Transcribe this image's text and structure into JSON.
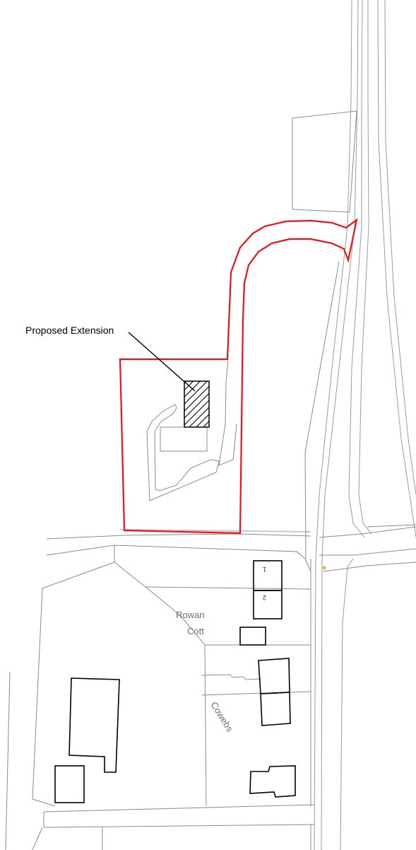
{
  "map": {
    "callout_label": "Proposed Extension",
    "place_labels": {
      "rowan_line1": "Rowan",
      "rowan_line2": "Cott",
      "cowebs": "Cowebs"
    },
    "house_numbers": {
      "unit_1": "1",
      "unit_2": "2"
    },
    "colors": {
      "site_boundary": "#e8141b",
      "linework": "#8a8a8a",
      "buildings": "#000000",
      "hatch": "#000000",
      "marker": "#e0a020",
      "road_edge_faint": "#c8c8c8"
    },
    "icons": {
      "site_boundary": "red-outline-boundary",
      "extension": "hatched-rectangle",
      "marker": "plus-marker"
    }
  }
}
